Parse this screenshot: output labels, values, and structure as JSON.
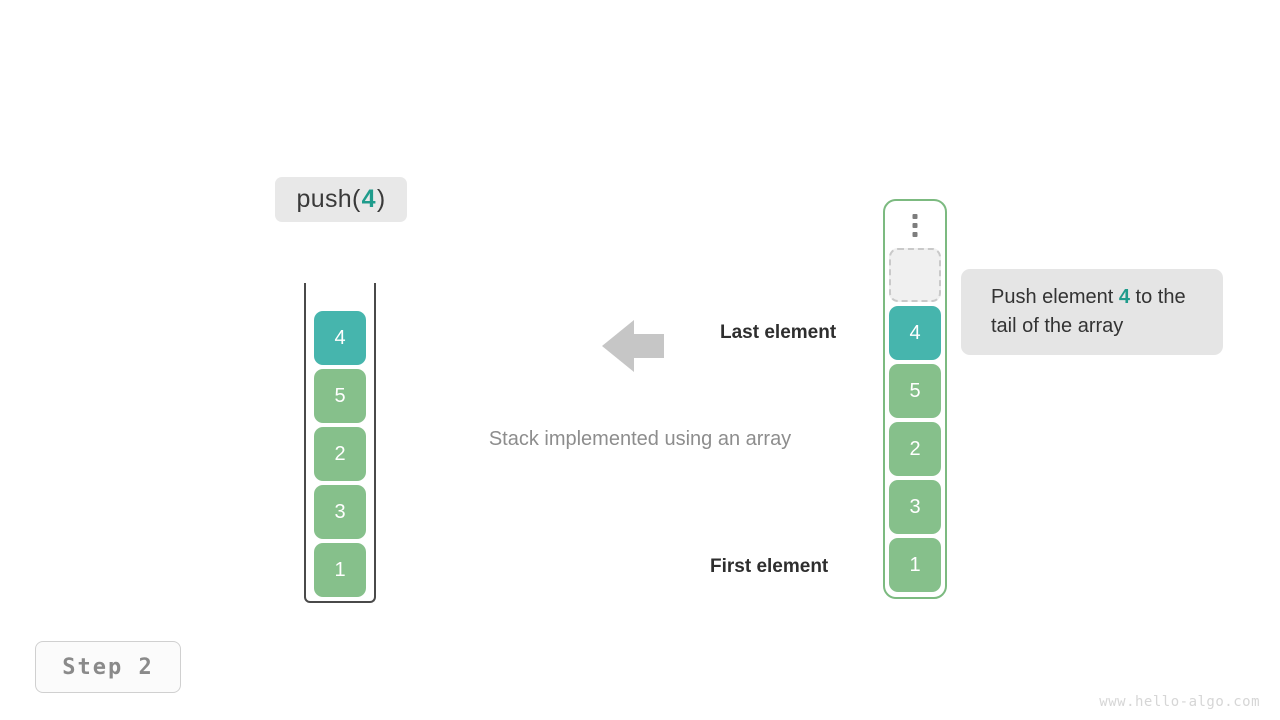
{
  "operation": {
    "prefix": "push(",
    "value": "4",
    "suffix": ")"
  },
  "left_stack": {
    "name": "stack-array-before",
    "cells": [
      {
        "value": "4",
        "color": "teal"
      },
      {
        "value": "5",
        "color": "green"
      },
      {
        "value": "2",
        "color": "green"
      },
      {
        "value": "3",
        "color": "green"
      },
      {
        "value": "1",
        "color": "green"
      }
    ]
  },
  "right_stack": {
    "name": "array-representation",
    "ellipsis_icon": "vertical-dots-icon",
    "empty_slot_label": "",
    "cells": [
      {
        "value": "4",
        "color": "teal"
      },
      {
        "value": "5",
        "color": "green"
      },
      {
        "value": "2",
        "color": "green"
      },
      {
        "value": "3",
        "color": "green"
      },
      {
        "value": "1",
        "color": "green"
      }
    ]
  },
  "labels": {
    "last_element": "Last element",
    "first_element": "First element",
    "caption": "Stack implemented using an array"
  },
  "annotation": {
    "text_before": "Push element ",
    "highlight": "4",
    "text_after": " to the tail of the array"
  },
  "step_badge": "Step 2",
  "watermark": "www.hello-algo.com",
  "colors": {
    "teal": "#46b5ad",
    "green": "#86c08b",
    "highlight_text": "#1f9c8c",
    "container_border_green": "#7cba80",
    "container_border_dark": "#4a4a4a",
    "arrow": "#c6c6c6",
    "chip_background": "#e8e8e8",
    "annotation_background": "#e5e5e5"
  }
}
